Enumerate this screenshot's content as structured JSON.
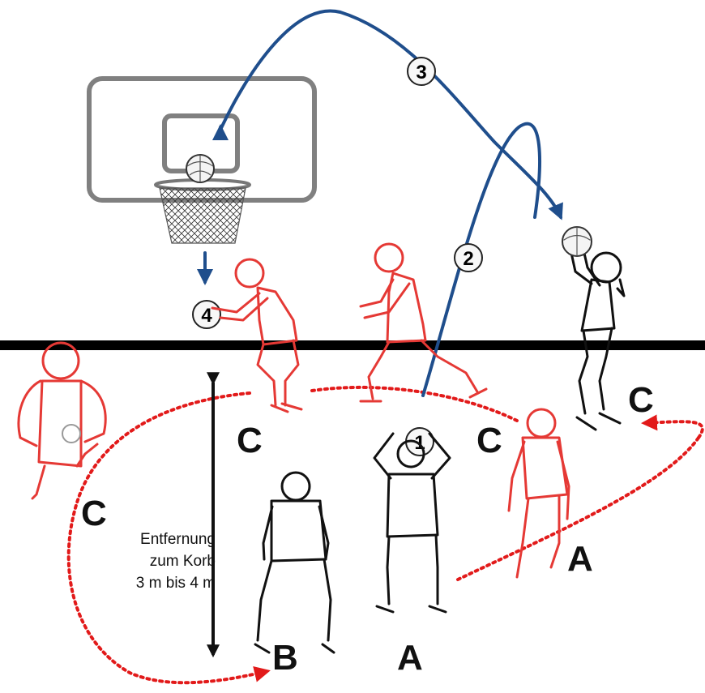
{
  "labels": {
    "c_left": "C",
    "c_mid": "C",
    "c_center": "C",
    "c_right": "C",
    "a_right": "A",
    "a_bottom": "A",
    "b_bottom": "B"
  },
  "distance_note": {
    "line1": "Entfernung",
    "line2": "zum Korb",
    "line3": "3 m bis 4 m"
  },
  "steps": [
    "1",
    "2",
    "3",
    "4"
  ],
  "colors": {
    "pass_arrow": "#1f4e8c",
    "run_path": "#e21a1a",
    "player_active": "#111111",
    "player_red": "#e53935",
    "backboard": "#808080",
    "court_line": "#000000"
  }
}
